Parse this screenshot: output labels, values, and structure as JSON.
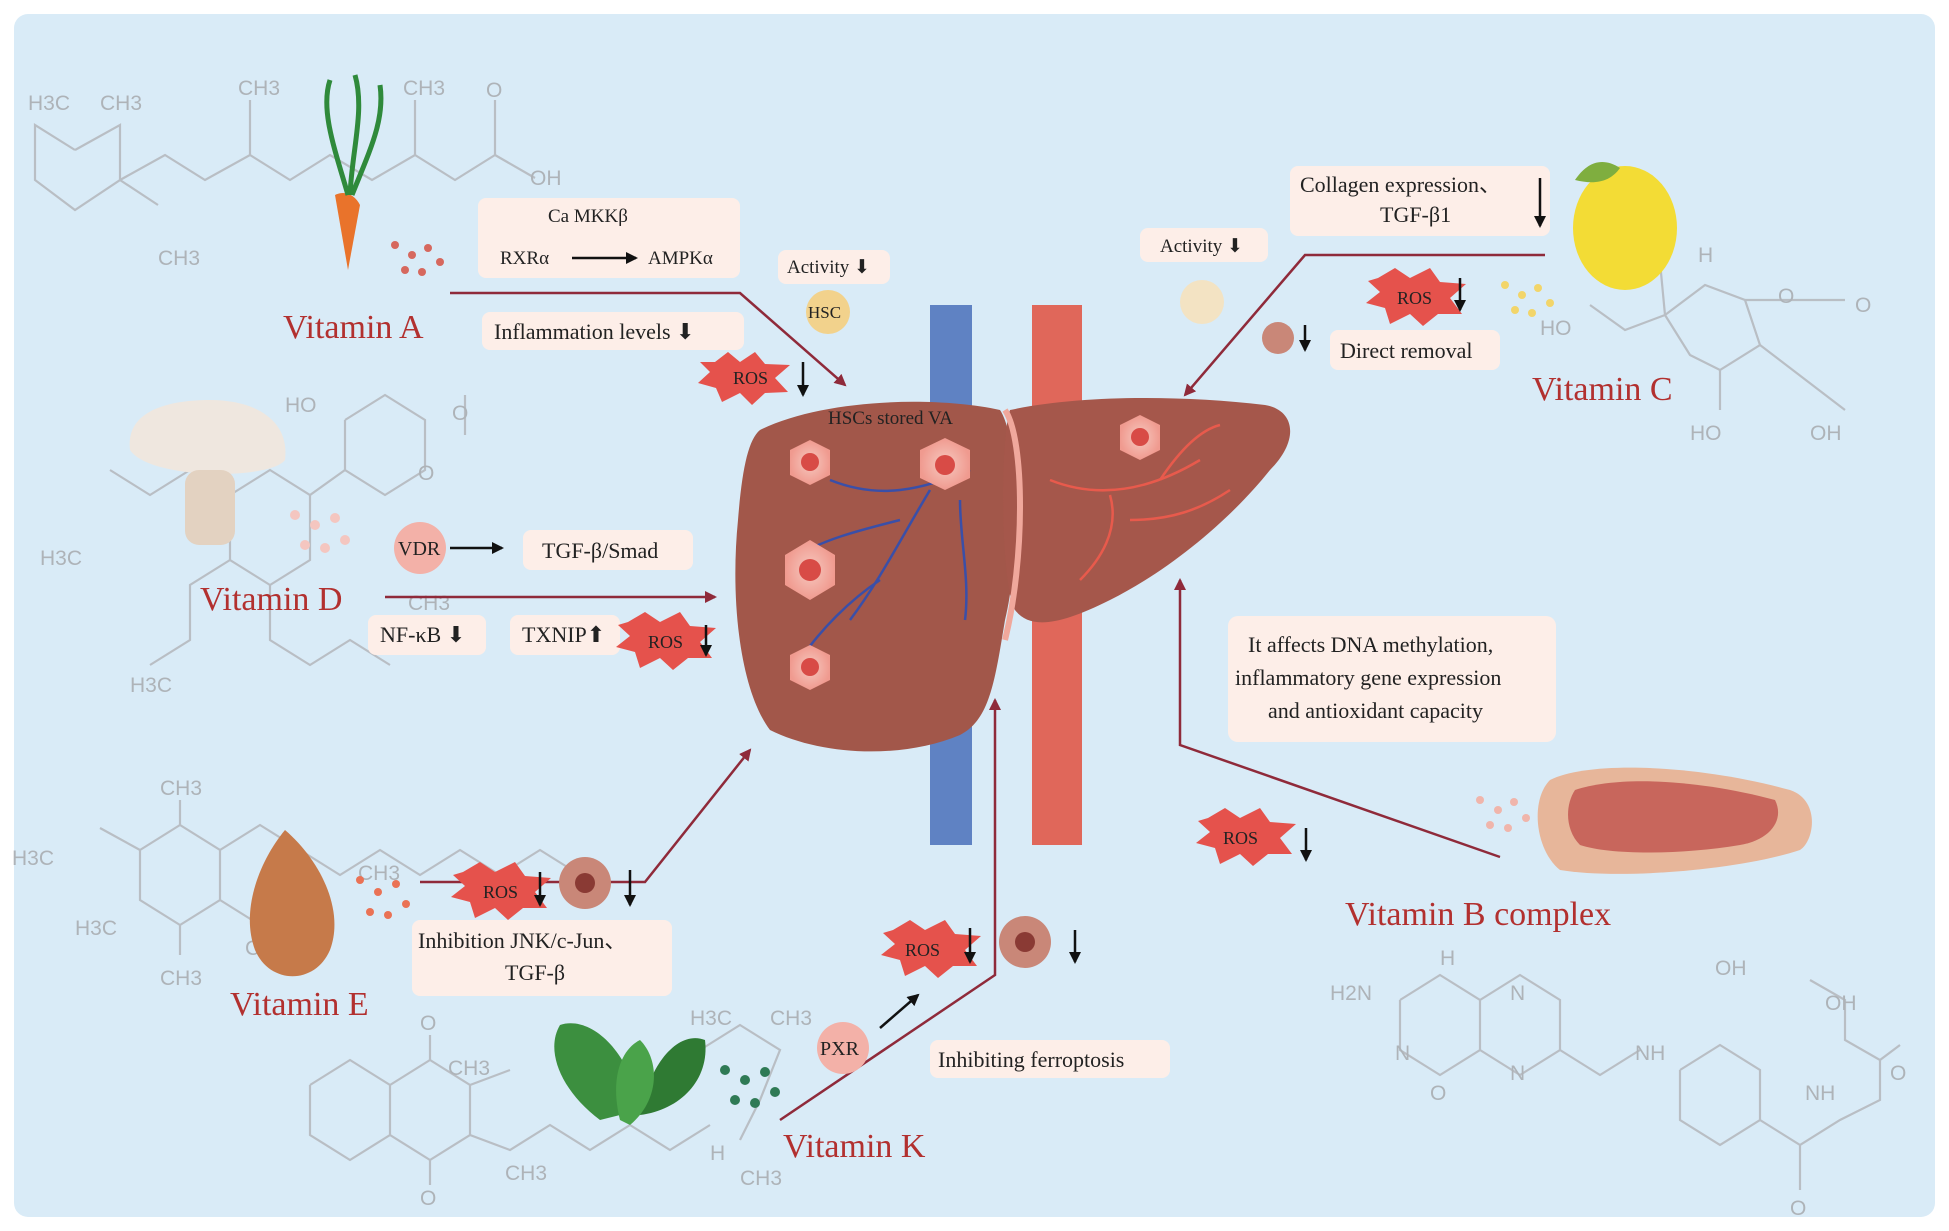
{
  "colors": {
    "background": "#d9ebf7",
    "arrow": "#8f2a3a",
    "title": "#b2302f",
    "label_box": "#fdeee8",
    "liver": "#a2574a",
    "vein": "#5f82c3",
    "artery": "#e0675a",
    "ros": "#e5524c"
  },
  "vitamins": {
    "a": "Vitamin A",
    "d": "Vitamin D",
    "e": "Vitamin E",
    "k": "Vitamin K",
    "c": "Vitamin C",
    "b": "Vitamin B complex"
  },
  "food_icons": {
    "a": "carrot-icon",
    "d": "mushroom-icon",
    "e": "almond-icon",
    "k": "spinach-icon",
    "c": "lemon-icon",
    "b": "meat-icon"
  },
  "labels": {
    "ca_mkkb": "Ca MKKβ",
    "rxra": "RXRα",
    "ampka": "AMPKα",
    "inflammation": "Inflammation levels ⬇",
    "activity_left": "Activity ⬇",
    "hsc": "HSC",
    "hscs_stored": "HSCs stored VA",
    "vdr": "VDR",
    "tgf_smad": "TGF-β/Smad",
    "nfkb": "NF-κB ⬇",
    "txnip": "TXNIP⬆",
    "ros": "ROS",
    "jnk_line1": "Inhibition JNK/c-Jun、",
    "jnk_line2": "TGF-β",
    "pxr": "PXR",
    "ferroptosis": "Inhibiting ferroptosis",
    "collagen_line1": "Collagen expression、",
    "collagen_line2": "TGF-β1",
    "activity_right": "Activity ⬇",
    "direct_removal": "Direct removal",
    "dna_line1": "It affects DNA methylation,",
    "dna_line2": "inflammatory gene expression",
    "dna_line3": "and antioxidant capacity"
  },
  "chem": {
    "h3c": "H3C",
    "ch3": "CH3",
    "h": "H",
    "o": "O",
    "oh": "OH",
    "ho": "HO",
    "h2n": "H2N",
    "n": "N",
    "nh": "NH",
    "h3c_tail": "H3C"
  }
}
